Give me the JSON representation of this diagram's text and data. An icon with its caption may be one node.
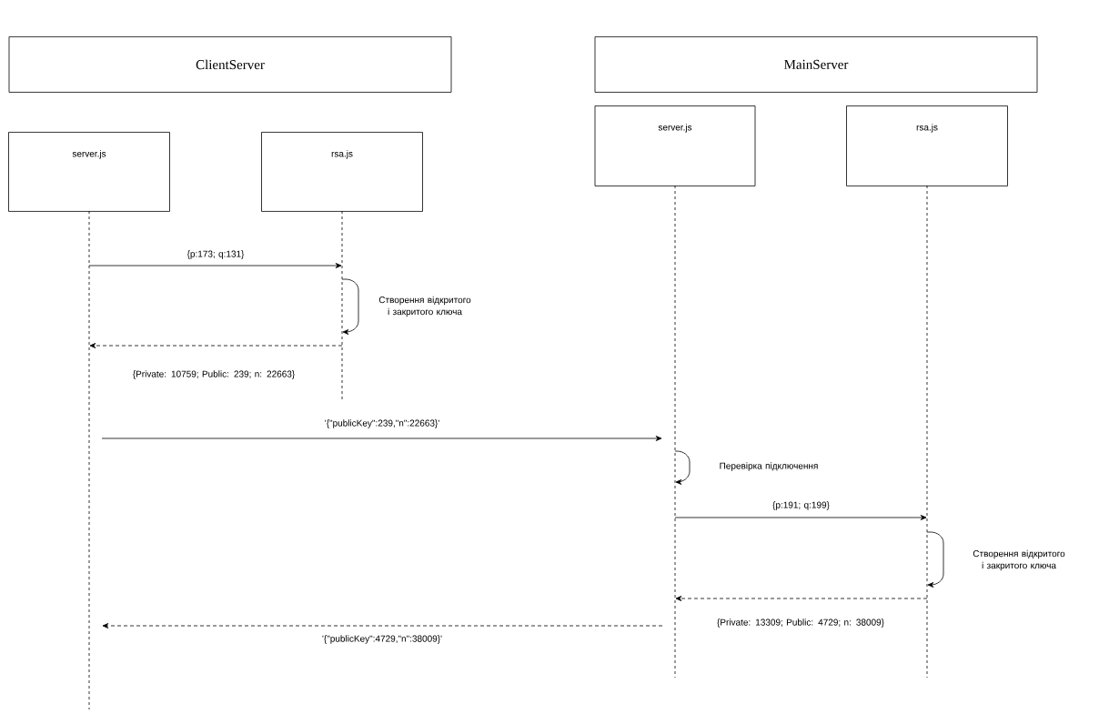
{
  "diagram": {
    "nodes": [
      {
        "text": [
          "ClientServer"
        ]
      },
      {
        "text": [
          "MainServer"
        ]
      },
      {
        "text": [
          "server.js"
        ]
      },
      {
        "text": [
          "rsa.js"
        ]
      },
      {
        "text": [
          "server.js"
        ]
      },
      {
        "text": [
          "rsa.js"
        ]
      }
    ],
    "edges": [
      {
        "from": 2,
        "to": 3,
        "arrow": "to",
        "label": "{p:173; q:131}"
      },
      {
        "from": 3,
        "to": 3,
        "arrow": "to",
        "label": "Створення відкритого і закритого ключа"
      },
      {
        "from": 3,
        "to": 2,
        "arrow": "to",
        "style": "dashed",
        "label": "{Private: 10759; Public: 239; n: 22663}"
      },
      {
        "from": 2,
        "to": 4,
        "arrow": "to",
        "label": "'{\"publicKey\":239,\"n\":22663}'"
      },
      {
        "from": 4,
        "to": 4,
        "arrow": "to",
        "label": "Перевірка підключення"
      },
      {
        "from": 4,
        "to": 5,
        "arrow": "to",
        "label": "{p:191; q:199}"
      },
      {
        "from": 5,
        "to": 5,
        "arrow": "to",
        "label": "Створення відкритого і закритого ключа"
      },
      {
        "from": 5,
        "to": 4,
        "arrow": "to",
        "style": "dashed",
        "label": "{Private: 13309; Public: 4729; n: 38009}"
      },
      {
        "from": 4,
        "to": 2,
        "arrow": "to",
        "style": "dashed",
        "label": "'{\"publicKey\":4729,\"n\":38009}'"
      }
    ]
  }
}
